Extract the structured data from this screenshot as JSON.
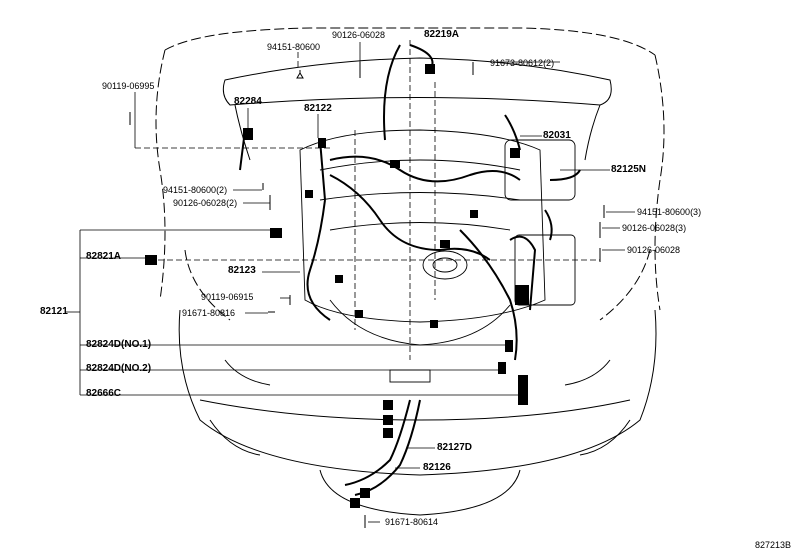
{
  "labels": {
    "p94151_80600": "94151-80600",
    "p90126_06028_top": "90126-06028",
    "p82219A": "82219A",
    "p91673_80612": "91673-80612",
    "p91673_80612_qty": "(2)",
    "p90119_06995": "90119-06995",
    "p82284": "82284",
    "p82122": "82122",
    "p82031": "82031",
    "p82125N": "82125N",
    "p94151_80600_2": "94151-80600",
    "p94151_80600_2_qty": "(2)",
    "p90126_06028_2": "90126-06028",
    "p90126_06028_2_qty": "(2)",
    "p94151_80600_3": "94151-80600",
    "p94151_80600_3_qty": "(3)",
    "p90126_06028_3": "90126-06028",
    "p90126_06028_3_qty": "(3)",
    "p90126_06028_r": "90126-06028",
    "p82821A": "82821A",
    "p82123": "82123",
    "p90119_06915": "90119-06915",
    "p91671_80816": "91671-80816",
    "p82121": "82121",
    "p82824D_1": "82824D",
    "p82824D_1_note": "(NO.1)",
    "p82824D_2": "82824D",
    "p82824D_2_note": "(NO.2)",
    "p82666C": "82666C",
    "p82127D": "82127D",
    "p82126": "82126",
    "p91671_80614": "91671-80614",
    "figure_id": "827213B"
  }
}
